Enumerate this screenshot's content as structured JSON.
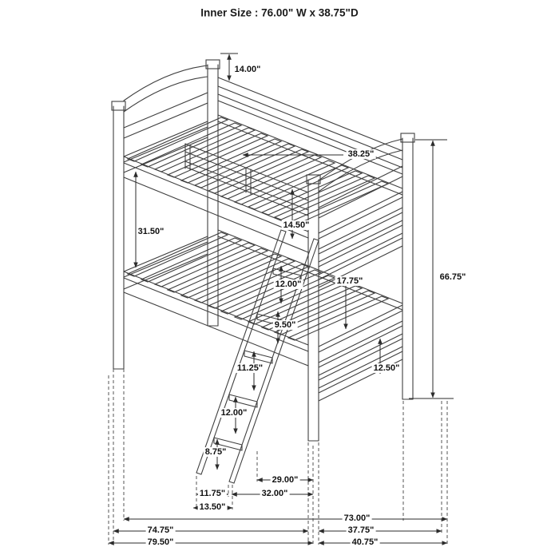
{
  "title": "Inner Size : 76.00\" W x  38.75\"D",
  "dimensions": {
    "headboard_top": "14.00\"",
    "slat_length": "38.25\"",
    "left_opening_height": "31.50\"",
    "guardrail_height": "14.50\"",
    "ladder_gap_5": "12.00\"",
    "bunk_clearance": "17.75\"",
    "overall_height": "66.75\"",
    "ladder_gap_4": "9.50\"",
    "ladder_gap_3": "11.25\"",
    "footboard_panel": "12.50\"",
    "ladder_gap_2": "12.00\"",
    "ladder_gap_1": "8.75\"",
    "ladder_offset_top": "29.00\"",
    "ladder_foot_a": "11.75\"",
    "ladder_offset_base": "32.00\"",
    "ladder_foot_b": "13.50\"",
    "inner_length_bottom": "73.00\"",
    "length_mid": "74.75\"",
    "depth_mid": "37.75\"",
    "overall_length": "79.50\"",
    "overall_depth": "40.75\""
  }
}
